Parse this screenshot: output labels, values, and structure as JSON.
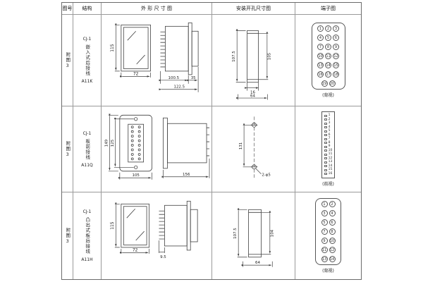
{
  "headers": {
    "fig": "图号",
    "structure": "结构",
    "outline": "外 形 尺 寸 图",
    "mounting": "安装开孔尺寸图",
    "terminal": "端子图"
  },
  "rows": [
    {
      "fig": "附图3",
      "model": "CJ-1",
      "structure": "嵌入式后接线",
      "code": "A11K",
      "outline": {
        "height": "115",
        "width": "72",
        "len1": "100.5",
        "len2": "35",
        "total": "122.5"
      },
      "mounting": {
        "outer": "107.5",
        "inner": "105",
        "slot": "16",
        "span": "64"
      },
      "terminal": {
        "view": "(背视)",
        "pins": [
          "1",
          "2",
          "3",
          "4",
          "5",
          "6",
          "7",
          "8",
          "9",
          "10",
          "11",
          "12",
          "13",
          "14",
          "15",
          "16",
          "17",
          "18",
          "19",
          "20"
        ]
      }
    },
    {
      "fig": "附图3",
      "model": "CJ-1",
      "structure": "板前接线",
      "code": "A11Q",
      "outline": {
        "height": "149",
        "inner_height": "125",
        "width": "105",
        "depth": "156"
      },
      "mounting": {
        "spacing": "131",
        "holes": "2-φ5"
      },
      "terminal": {
        "view": "(前视)",
        "pins": [
          "1",
          "2",
          "3",
          "4",
          "5",
          "6",
          "7",
          "8",
          "9",
          "10",
          "11",
          "12",
          "13",
          "14",
          "15",
          "16"
        ]
      }
    },
    {
      "fig": "附图3",
      "model": "CJ-1",
      "structure": "凸出式板后接线",
      "code": "A11H",
      "outline": {
        "height": "115",
        "width": "72",
        "pin_len": "9.5"
      },
      "mounting": {
        "outer": "107.5",
        "inner": "104",
        "span": "64"
      },
      "terminal": {
        "view": "(背视)",
        "pins": [
          "1",
          "2",
          "3",
          "4",
          "5",
          "6",
          "7",
          "8",
          "9",
          "10",
          "11",
          "12",
          "13",
          "14"
        ]
      }
    }
  ]
}
